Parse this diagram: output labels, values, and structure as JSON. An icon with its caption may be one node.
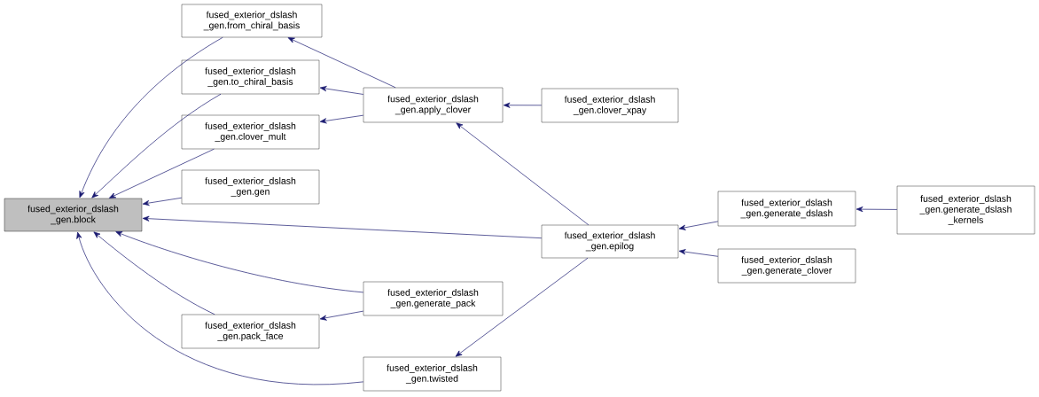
{
  "diagram": {
    "nodes": [
      {
        "text": [
          "fused_exterior_dslash _gen.block"
        ]
      },
      {
        "text": [
          "fused_exterior_dslash _gen.from_chiral_basis"
        ]
      },
      {
        "text": [
          "fused_exterior_dslash _gen.to_chiral_basis"
        ]
      },
      {
        "text": [
          "fused_exterior_dslash _gen.clover_mult"
        ]
      },
      {
        "text": [
          "fused_exterior_dslash _gen.gen"
        ]
      },
      {
        "text": [
          "fused_exterior_dslash _gen.pack_face"
        ]
      },
      {
        "text": [
          "fused_exterior_dslash _gen.twisted"
        ]
      },
      {
        "text": [
          "fused_exterior_dslash _gen.apply_clover"
        ]
      },
      {
        "text": [
          "fused_exterior_dslash _gen.generate_pack"
        ]
      },
      {
        "text": [
          "fused_exterior_dslash _gen.epilog"
        ]
      },
      {
        "text": [
          "fused_exterior_dslash _gen.clover_xpay"
        ]
      },
      {
        "text": [
          "fused_exterior_dslash _gen.generate_dslash"
        ]
      },
      {
        "text": [
          "fused_exterior_dslash _gen.generate_clover"
        ]
      },
      {
        "text": [
          "fused_exterior_dslash _gen.generate_dslash _kernels"
        ]
      }
    ],
    "edges": [
      {
        "from": 1,
        "to": 0,
        "arrow": "to"
      },
      {
        "from": 2,
        "to": 0,
        "arrow": "to"
      },
      {
        "from": 3,
        "to": 0,
        "arrow": "to"
      },
      {
        "from": 4,
        "to": 0,
        "arrow": "to"
      },
      {
        "from": 9,
        "to": 0,
        "arrow": "to"
      },
      {
        "from": 8,
        "to": 0,
        "arrow": "to"
      },
      {
        "from": 5,
        "to": 0,
        "arrow": "to"
      },
      {
        "from": 6,
        "to": 0,
        "arrow": "to"
      },
      {
        "from": 7,
        "to": 1,
        "arrow": "to"
      },
      {
        "from": 7,
        "to": 2,
        "arrow": "to"
      },
      {
        "from": 7,
        "to": 3,
        "arrow": "to"
      },
      {
        "from": 10,
        "to": 7,
        "arrow": "to"
      },
      {
        "from": 9,
        "to": 7,
        "arrow": "to"
      },
      {
        "from": 8,
        "to": 5,
        "arrow": "to"
      },
      {
        "from": 9,
        "to": 6,
        "arrow": "to"
      },
      {
        "from": 11,
        "to": 9,
        "arrow": "to"
      },
      {
        "from": 12,
        "to": 9,
        "arrow": "to"
      },
      {
        "from": 13,
        "to": 11,
        "arrow": "to"
      }
    ]
  }
}
